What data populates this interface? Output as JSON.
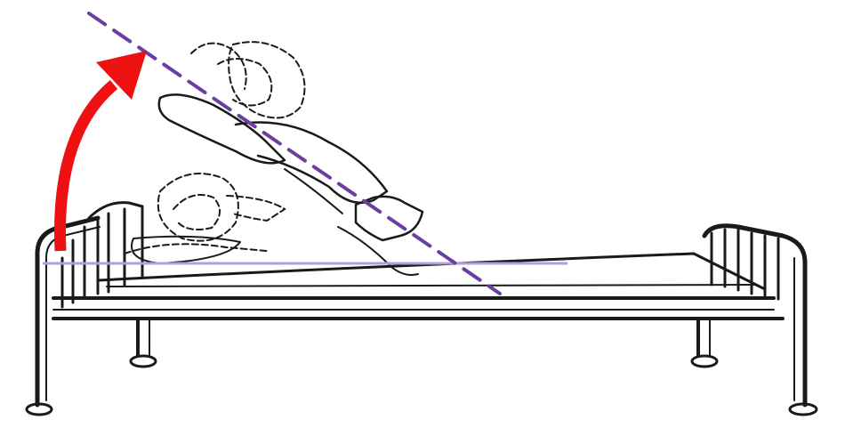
{
  "colors": {
    "background": "#ffffff",
    "ink": "#1a1a1a",
    "reference_line": "#b39ddb",
    "elevation_line": "#6a3fa0",
    "rotation_arrow": "#ee1111"
  },
  "illustration": {
    "subject": "bed",
    "figure_positions": [
      "lying",
      "raised"
    ],
    "arrow_direction": "up"
  }
}
